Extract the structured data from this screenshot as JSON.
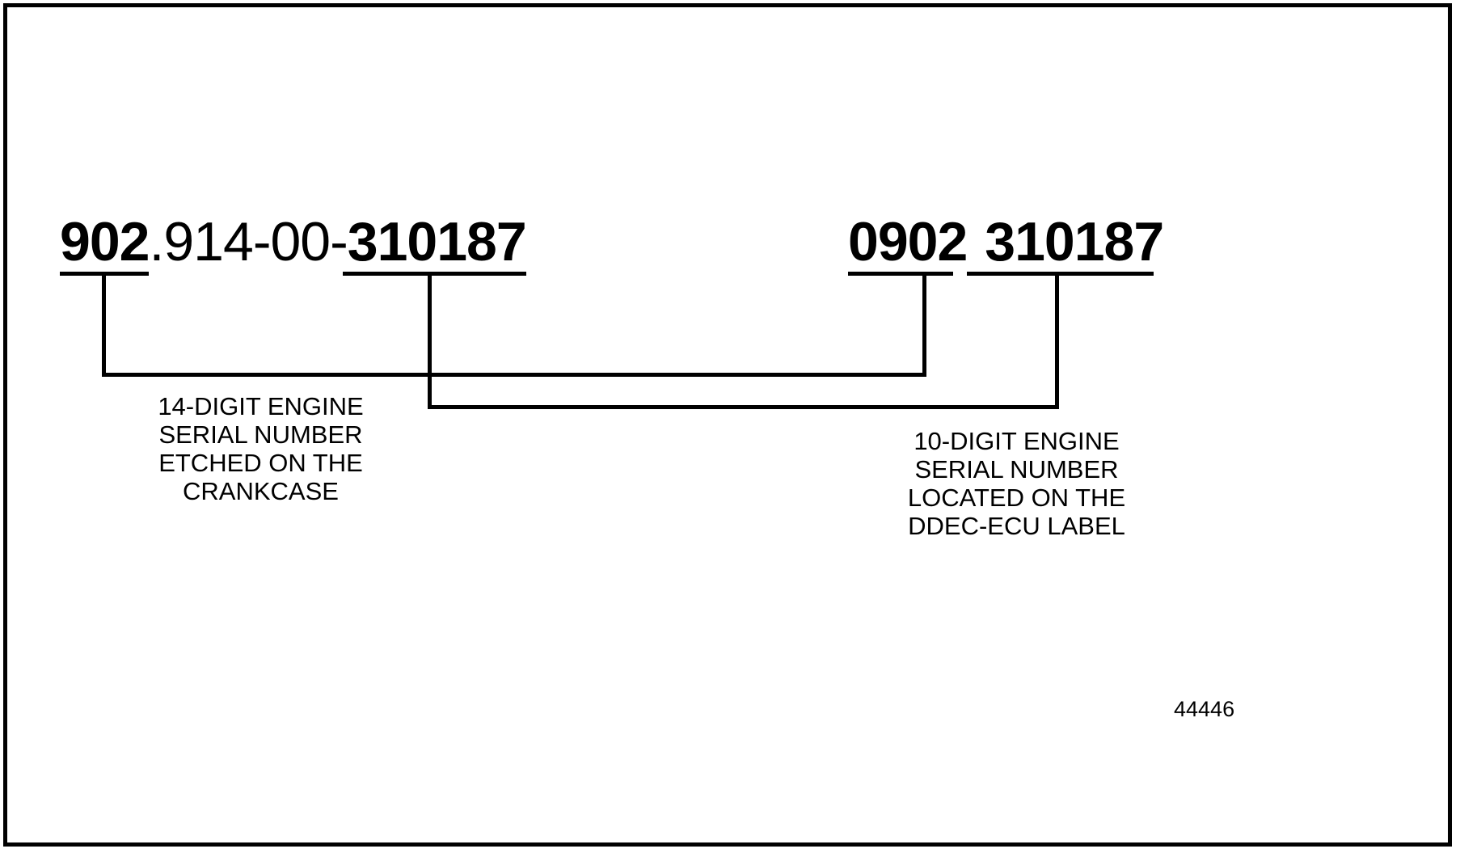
{
  "figure": {
    "reference_number": "44446",
    "border_color": "#000000",
    "background_color": "#ffffff"
  },
  "left_number": {
    "part_bold_prefix": "902",
    "part_regular_middle": ".914-00-",
    "part_bold_suffix": "310187",
    "full_text": "902.914-00-310187"
  },
  "right_number": {
    "part_bold_first": "0902",
    "part_bold_second": "310187",
    "full_text": "0902 310187"
  },
  "left_caption": {
    "line1": "14-DIGIT ENGINE",
    "line2": "SERIAL NUMBER",
    "line3": "ETCHED ON THE",
    "line4": "CRANKCASE"
  },
  "right_caption": {
    "line1": "10-DIGIT ENGINE",
    "line2": "SERIAL NUMBER",
    "line3": "LOCATED ON THE",
    "line4": "DDEC-ECU LABEL"
  }
}
